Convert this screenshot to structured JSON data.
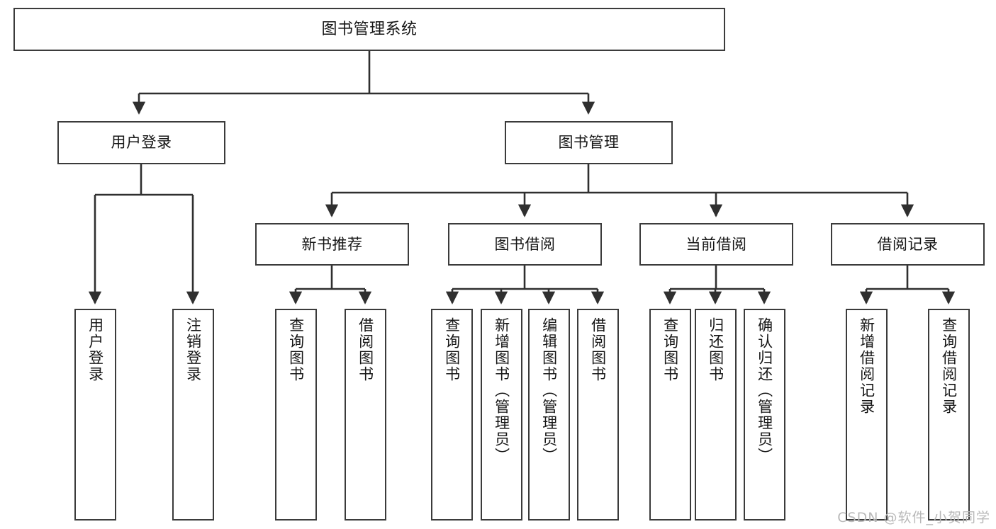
{
  "diagram": {
    "type": "tree-hierarchy-chart",
    "title": "图书管理系统",
    "orientation": "top-down",
    "colors": {
      "node_border": "#3b3b3b",
      "node_fill": "#ffffff",
      "edge": "#2f2f2f",
      "text": "#161616",
      "watermark": "#b9b9b9",
      "background": "#ffffff"
    },
    "nodes": {
      "root": {
        "label": "图书管理系统"
      },
      "level1": [
        {
          "id": "user-login",
          "label": "用户登录"
        },
        {
          "id": "book-manage",
          "label": "图书管理"
        }
      ],
      "level2": [
        {
          "id": "new-book-recommend",
          "label": "新书推荐"
        },
        {
          "id": "book-borrow",
          "label": "图书借阅"
        },
        {
          "id": "current-borrow",
          "label": "当前借阅"
        },
        {
          "id": "borrow-record",
          "label": "借阅记录"
        }
      ],
      "leaves": {
        "user-login": [
          {
            "id": "leaf-user-login",
            "label": "用户登录"
          },
          {
            "id": "leaf-logout-login",
            "label": "注销登录"
          }
        ],
        "new-book-recommend": [
          {
            "id": "leaf-query-book-1",
            "label": "查询图书"
          },
          {
            "id": "leaf-borrow-book-1",
            "label": "借阅图书"
          }
        ],
        "book-borrow": [
          {
            "id": "leaf-query-book-2",
            "label": "查询图书"
          },
          {
            "id": "leaf-add-book",
            "label": "新增图书（管理员）"
          },
          {
            "id": "leaf-edit-book",
            "label": "编辑图书（管理员）"
          },
          {
            "id": "leaf-borrow-book-2",
            "label": "借阅图书"
          }
        ],
        "current-borrow": [
          {
            "id": "leaf-query-book-3",
            "label": "查询图书"
          },
          {
            "id": "leaf-return-book",
            "label": "归还图书"
          },
          {
            "id": "leaf-confirm-return",
            "label": "确认归还（管理员）"
          }
        ],
        "borrow-record": [
          {
            "id": "leaf-add-record",
            "label": "新增借阅记录"
          },
          {
            "id": "leaf-query-record",
            "label": "查询借阅记录"
          }
        ]
      }
    },
    "watermark": "CSDN @软件_小贺同学"
  }
}
